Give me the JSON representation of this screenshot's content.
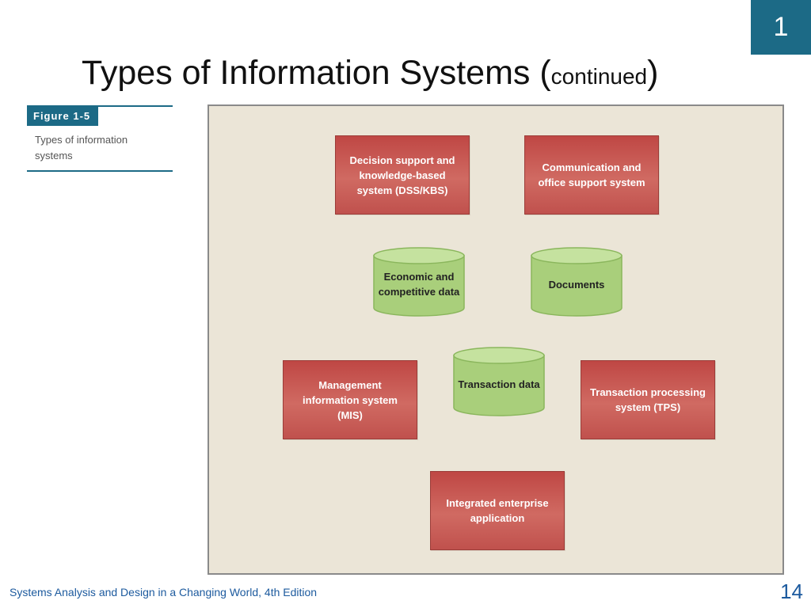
{
  "slide": {
    "chapter_badge": "1",
    "title_main": "Types of Information Systems (",
    "title_small": "continued",
    "title_close": ")",
    "page_number": "14",
    "footer": "Systems Analysis and Design in a Changing World, 4th Edition"
  },
  "figure": {
    "tag": "Figure 1-5",
    "caption": "Types of information systems"
  },
  "diagram": {
    "boxes": {
      "dss": "Decision support and knowledge-based system (DSS/KBS)",
      "comm": "Communication and office support system",
      "mis": "Management information system (MIS)",
      "tps": "Transaction processing system (TPS)",
      "iea": "Integrated enterprise application"
    },
    "stores": {
      "economic": "Economic and competitive data",
      "documents": "Documents",
      "transaction": "Transaction data"
    },
    "colors": {
      "box_fill": "#c9544f",
      "store_fill": "#a9cf7b",
      "panel_bg": "#ebe5d7",
      "accent": "#1c6a86"
    }
  }
}
